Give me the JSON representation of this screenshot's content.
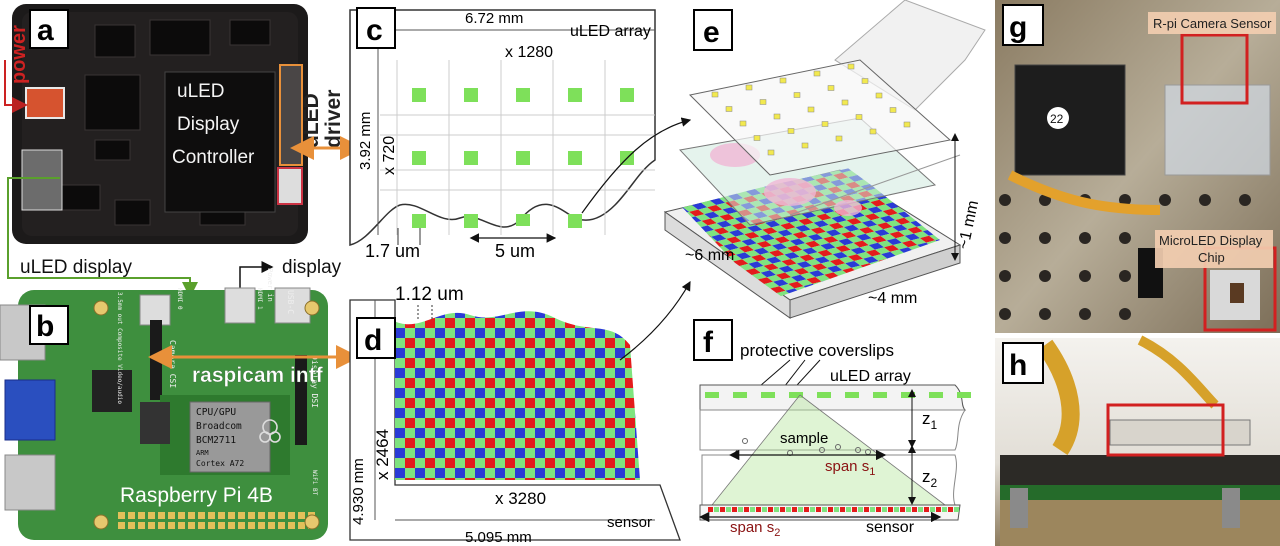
{
  "panels": {
    "a": {
      "letter": "a",
      "board_label": [
        "uLED",
        "Display",
        "Controller"
      ],
      "power_label": "power",
      "driver_label": [
        "uLED",
        "driver"
      ],
      "display_link_label": "uLED display",
      "hdmi_label": "display"
    },
    "b": {
      "letter": "b",
      "board_name": "Raspberry Pi 4B",
      "cam_intf_label": "raspicam intf",
      "chip_text": [
        "CPU/GPU",
        "Broadcom",
        "BCM2711",
        "ARM",
        "Cortex A72"
      ],
      "silk": {
        "camera": "Camera CSI",
        "display": "Display DSI",
        "usb_c": "USB-C",
        "power_in": "Power in",
        "av": "3.5mm out Composite Video/audio",
        "hdmi0": "HDMI 0",
        "hdmi1": "HDMI 1",
        "wifi": "WiFi BT"
      }
    },
    "c": {
      "letter": "c",
      "title": "uLED array",
      "width_mm": "6.72 mm",
      "height_mm": "3.92 mm",
      "cols": "x 1280",
      "rows": "x 720",
      "pixel_size": "1.7 um",
      "pitch": "5 um"
    },
    "d": {
      "letter": "d",
      "pixel_size": "1.12 um",
      "rows": "x 2464",
      "cols": "x 3280",
      "height_mm": "4.930 mm",
      "width_mm": "5.095 mm",
      "sensor_label": "sensor"
    },
    "e": {
      "letter": "e",
      "dim_6": "~6 mm",
      "dim_4": "~4 mm",
      "dim_1": "~1 mm"
    },
    "f": {
      "letter": "f",
      "coverslips": "protective coverslips",
      "array": "uLED array",
      "sample": "sample",
      "span1": "span s",
      "span1_sub": "1",
      "span2": "span s",
      "span2_sub": "2",
      "z1": "z",
      "z1_sub": "1",
      "z2": "z",
      "z2_sub": "2",
      "sensor": "sensor"
    },
    "g": {
      "letter": "g",
      "camera_label": "R-pi Camera Sensor",
      "chip_label": [
        "MicroLED Display",
        "Chip"
      ],
      "badge": "22"
    },
    "h": {
      "letter": "h"
    }
  },
  "colors": {
    "orange": "#e8903a",
    "green_arrow": "#5aa02c",
    "red_box": "#d22020",
    "pcb_green": "#3e8f3e",
    "pixel_green": "#7ee05a",
    "bayer_red": "#e31c1c",
    "bayer_green": "#7fe37f",
    "bayer_blue": "#2a3bd6"
  }
}
